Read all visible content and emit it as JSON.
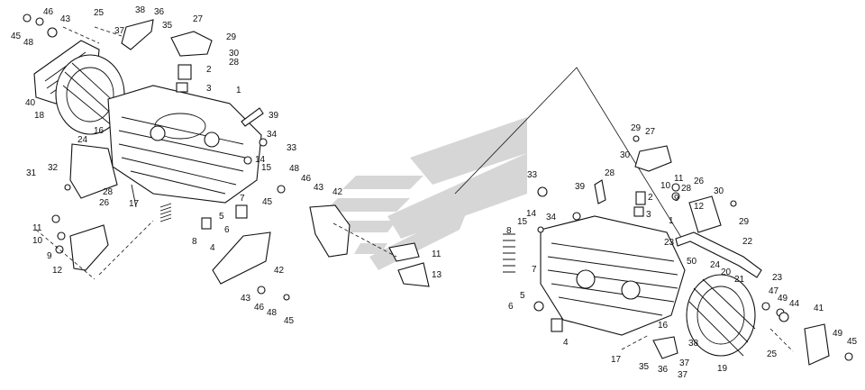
{
  "diagram": {
    "type": "exploded-parts-diagram",
    "watermark": "stylized-wing-logo",
    "labels": [
      "1",
      "2",
      "3",
      "4",
      "5",
      "6",
      "7",
      "8",
      "9",
      "10",
      "11",
      "12",
      "13",
      "14",
      "15",
      "16",
      "17",
      "18",
      "19",
      "20",
      "21",
      "22",
      "23",
      "24",
      "25",
      "26",
      "27",
      "28",
      "29",
      "30",
      "31",
      "32",
      "33",
      "34",
      "35",
      "36",
      "37",
      "38",
      "39",
      "40",
      "41",
      "42",
      "43",
      "44",
      "45",
      "46",
      "47",
      "48",
      "49",
      "50"
    ]
  }
}
